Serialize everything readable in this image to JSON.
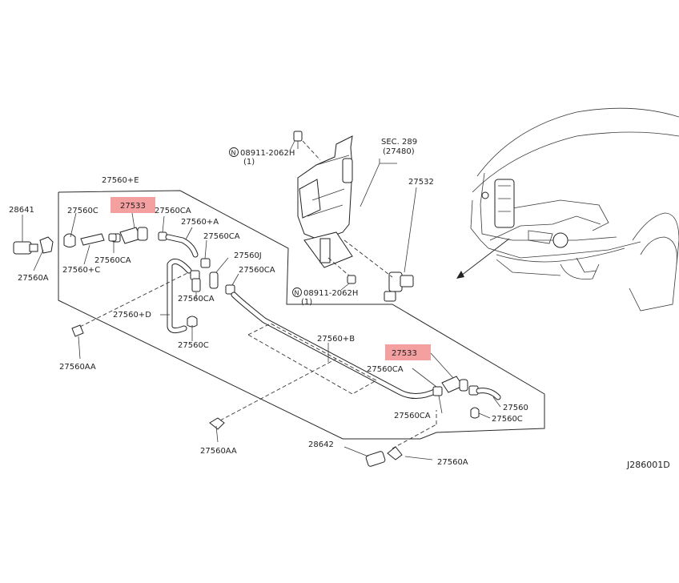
{
  "diagram": {
    "figure_id": "J286001D",
    "highlight_color": "#f4a0a0",
    "labels": {
      "p28641": "28641",
      "p27560a_l": "27560A",
      "p27560e": "27560+E",
      "p27533_top": "27533",
      "p27560c_top": "27560C",
      "p27560ca_1": "27560CA",
      "p27560pa": "27560+A",
      "p27560c_plus": "27560+C",
      "p27560ca_2": "27560CA",
      "p27560ca_3": "27560CA",
      "p27560j": "27560J",
      "p27560ca_4": "27560CA",
      "p27560ca_5": "27560CA",
      "p27560d": "27560+D",
      "p27560c_mid": "27560C",
      "p27560aa_l": "27560AA",
      "p27560b": "27560+B",
      "p27533_bot": "27533",
      "p27560ca_6": "27560CA",
      "p27560": "27560",
      "p27560ca_7": "27560CA",
      "p27560c_r": "27560C",
      "p27560aa_b": "27560AA",
      "p28642": "28642",
      "p27560a_b": "27560A",
      "bolt_top_a": "08911-2062H",
      "bolt_top_b": "(1)",
      "bolt_bot_a": "08911-2062H",
      "bolt_bot_b": "(1)",
      "sec_a": "SEC. 289",
      "sec_b": "(27480)",
      "p27532": "27532",
      "n_symbol": "N"
    }
  }
}
